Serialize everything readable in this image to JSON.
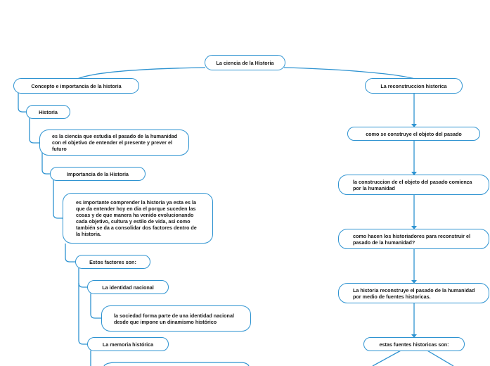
{
  "colors": {
    "line": "#2e93d1",
    "border": "#2e93d1",
    "text": "#1a1a1a"
  },
  "root": {
    "label": "La ciencia de la Historia"
  },
  "left_branch": {
    "title": "Concepto e importancia de la historia",
    "historia": "Historia",
    "historia_def": "es la ciencia que estudia el pasado de la humanidad con el objetivo de entender el presente y prever el futuro",
    "importancia": "Importancia de la Historia",
    "importancia_def": "es importante comprender la historia ya esta es la que da entender hoy en dia el porque suceden las cosas y de que manera ha venido evolucionando cada objetivo, cultura y estilo de vida, asi como también se da a consolidar dos factores dentro de la historia.",
    "factores": "Estos factores son:",
    "identidad": "La identidad nacional",
    "identidad_def": "la sociedad forma parte de una identidad nacional desde que impone un dinamismo histórico",
    "memoria": "La memoria histórica"
  },
  "right_branch": {
    "title": "La reconstruccion historica",
    "q1": "como se construye el objeto del pasado",
    "a1": "la construccion de el objeto del pasado comienza por la humanidad",
    "q2": "como hacen los historiadores para reconstruir el pasado de la humanidad?",
    "a2": "La historia reconstruye el pasado de la humanidad por medio de fuentes historicas.",
    "fuentes": "estas fuentes historicas son:"
  }
}
